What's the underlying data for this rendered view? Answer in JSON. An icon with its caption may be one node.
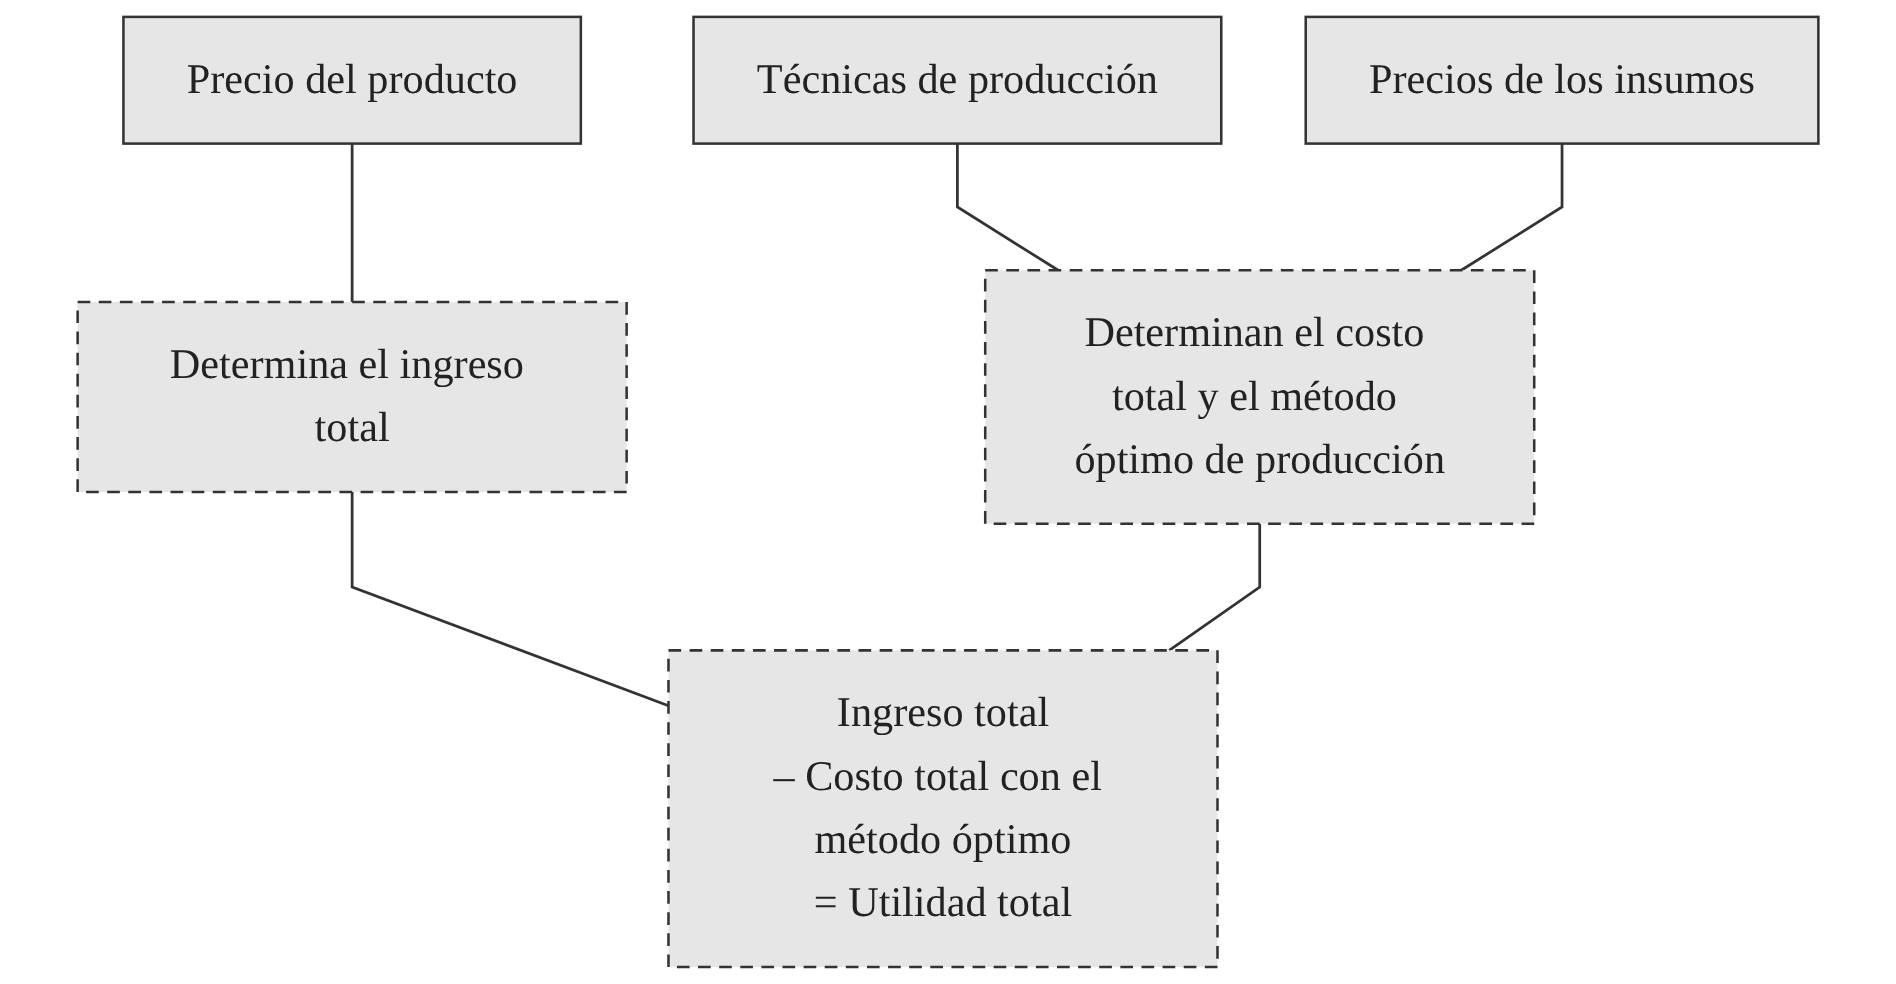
{
  "diagram": {
    "nodes": [
      {
        "text": [
          "Precio del producto"
        ]
      },
      {
        "text": [
          "Técnicas de producción"
        ]
      },
      {
        "text": [
          "Precios de los insumos"
        ]
      },
      {
        "text": [
          "Determina el ingreso total"
        ]
      },
      {
        "text": [
          "Determinan el costo total y el método óptimo de producción"
        ]
      },
      {
        "text": [
          "Ingreso total",
          "– Costo total con el método óptimo",
          "= Utilidad total"
        ]
      }
    ],
    "edges": [
      {
        "from": 0,
        "to": 3,
        "arrow": "none"
      },
      {
        "from": 1,
        "to": 4,
        "arrow": "none"
      },
      {
        "from": 2,
        "to": 4,
        "arrow": "none"
      },
      {
        "from": 3,
        "to": 5,
        "arrow": "none"
      },
      {
        "from": 4,
        "to": 5,
        "arrow": "none"
      }
    ]
  }
}
